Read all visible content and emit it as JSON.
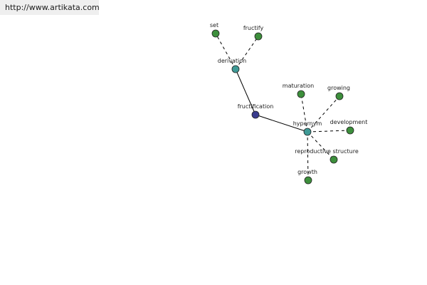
{
  "banner": {
    "url_text": "http://www.artikata.com"
  },
  "colors": {
    "center_node": "#3a3c8e",
    "hub_node": "#3f9a96",
    "leaf_node": "#3d8f3c",
    "node_stroke": "#222222",
    "edge": "#000000"
  },
  "graph": {
    "nodes": [
      {
        "id": "fructification",
        "label": "fructification",
        "kind": "center"
      },
      {
        "id": "derivation",
        "label": "derivation",
        "kind": "hub"
      },
      {
        "id": "hypernym",
        "label": "hypernym",
        "kind": "hub"
      },
      {
        "id": "set",
        "label": "set",
        "kind": "leaf"
      },
      {
        "id": "fructify",
        "label": "fructify",
        "kind": "leaf"
      },
      {
        "id": "maturation",
        "label": "maturation",
        "kind": "leaf"
      },
      {
        "id": "growing",
        "label": "growing",
        "kind": "leaf"
      },
      {
        "id": "development",
        "label": "development",
        "kind": "leaf"
      },
      {
        "id": "reproductive-structure",
        "label": "reproductive structure",
        "kind": "leaf"
      },
      {
        "id": "growth",
        "label": "growth",
        "kind": "leaf"
      }
    ],
    "edges": [
      {
        "from": "fructification",
        "to": "derivation",
        "style": "solid"
      },
      {
        "from": "fructification",
        "to": "hypernym",
        "style": "solid"
      },
      {
        "from": "derivation",
        "to": "set",
        "style": "dashed"
      },
      {
        "from": "derivation",
        "to": "fructify",
        "style": "dashed"
      },
      {
        "from": "hypernym",
        "to": "maturation",
        "style": "dashed"
      },
      {
        "from": "hypernym",
        "to": "growing",
        "style": "dashed"
      },
      {
        "from": "hypernym",
        "to": "development",
        "style": "dashed"
      },
      {
        "from": "hypernym",
        "to": "reproductive-structure",
        "style": "dashed"
      },
      {
        "from": "hypernym",
        "to": "growth",
        "style": "dashed"
      }
    ]
  }
}
